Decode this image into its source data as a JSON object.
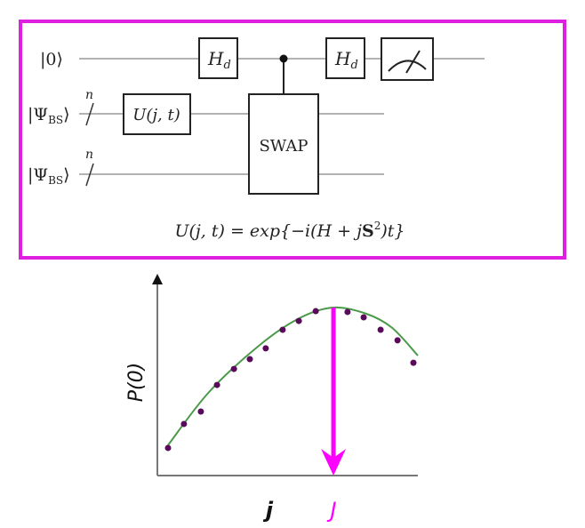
{
  "circuit": {
    "qubit_labels": [
      "|0⟩",
      "|Ψ",
      "|Ψ"
    ],
    "bs_subscript": "BS",
    "ket_close": "⟩",
    "register_size": "n",
    "gates": {
      "hadamard": "H",
      "hadamard_sub": "d",
      "unitary": "U(j, t)",
      "swap": "SWAP"
    },
    "formula": {
      "lhs": "U(j, t) = exp{−i(H + j",
      "bold": "S",
      "sup": "2",
      "rhs": ")t}"
    },
    "frame_color": "#e020e0"
  },
  "chart_data": {
    "type": "scatter",
    "xlabel": "j",
    "ylabel": "P(0)",
    "marker_label": "J",
    "marker_x": 67.6,
    "xlim": [
      0,
      100
    ],
    "ylim": [
      0,
      100
    ],
    "points": {
      "x": [
        4.1,
        10.2,
        16.7,
        22.9,
        29.4,
        35.5,
        41.6,
        48.1,
        54.3,
        60.8,
        73.0,
        79.2,
        85.7,
        92.2,
        98.3
      ],
      "y": [
        13.8,
        25.8,
        32.0,
        45.3,
        53.3,
        58.2,
        63.6,
        72.9,
        77.3,
        82.2,
        81.8,
        79.1,
        72.9,
        67.6,
        56.4
      ]
    },
    "fit_curve": {
      "x": [
        4,
        20,
        40,
        55,
        67.6,
        80,
        90,
        100
      ],
      "y": [
        15,
        42,
        66,
        79,
        84,
        81,
        74,
        60
      ]
    },
    "colors": {
      "points": "#5a0a5a",
      "fit": "#4a9a4a",
      "marker": "#ff00ff",
      "axes": "#777777"
    }
  }
}
